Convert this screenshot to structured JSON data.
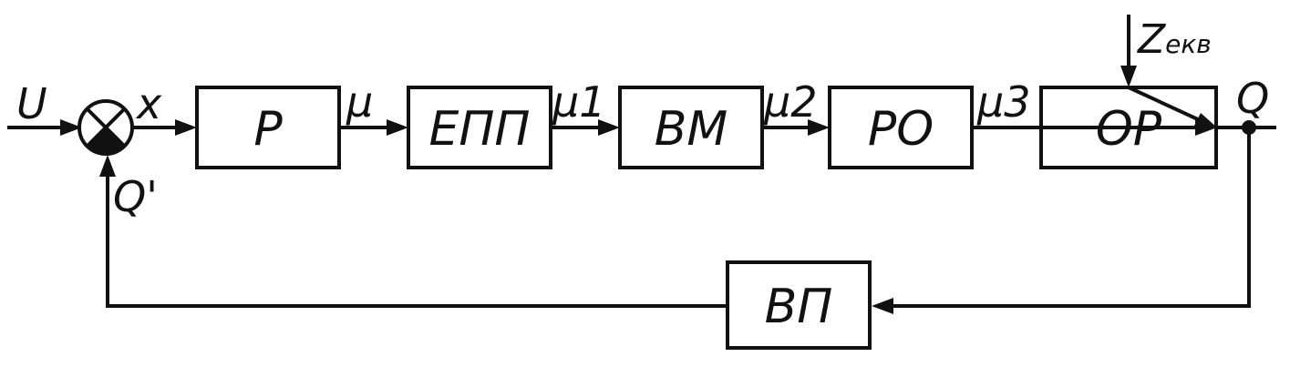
{
  "signals": {
    "input": "U",
    "error": "x",
    "mu": "μ",
    "mu1": "μ1",
    "mu2": "μ2",
    "mu3": "μ3",
    "output": "Q",
    "feedback": "Q'",
    "disturbance": {
      "main": "Z",
      "subscript": "екв"
    }
  },
  "blocks": {
    "regulator": "Р",
    "epp": "ЕПП",
    "vm": "ВМ",
    "ro": "РО",
    "or": "ОР",
    "vp": "ВП"
  }
}
